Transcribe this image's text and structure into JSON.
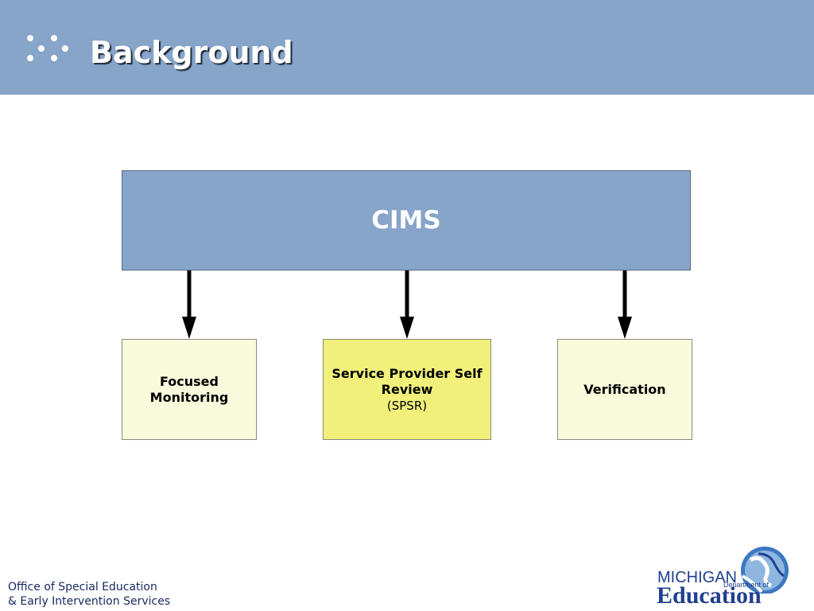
{
  "header": {
    "title": "Background",
    "bullet_icon": "dots-bullet-icon"
  },
  "diagram": {
    "root": {
      "label": "CIMS"
    },
    "children": [
      {
        "label": "Focused Monitoring",
        "sublabel": ""
      },
      {
        "label": "Service Provider Self Review",
        "sublabel": "(SPSR)"
      },
      {
        "label": "Verification",
        "sublabel": ""
      }
    ],
    "edges": [
      {
        "from": "CIMS",
        "to": "Focused Monitoring"
      },
      {
        "from": "CIMS",
        "to": "Service Provider Self Review"
      },
      {
        "from": "CIMS",
        "to": "Verification"
      }
    ]
  },
  "footer": {
    "org_line1": "Office of Special Education",
    "org_line2": "& Early Intervention Services"
  },
  "logo": {
    "line1": "MICHIGAN",
    "line2": "Department of",
    "line3": "Education"
  },
  "colors": {
    "header_bg": "#87a4c9",
    "root_box": "#87a4c9",
    "child_pale": "#fafadc",
    "child_highlight": "#f0f07a",
    "footer_text": "#1a2a60",
    "logo_blue": "#1f3f8f"
  }
}
